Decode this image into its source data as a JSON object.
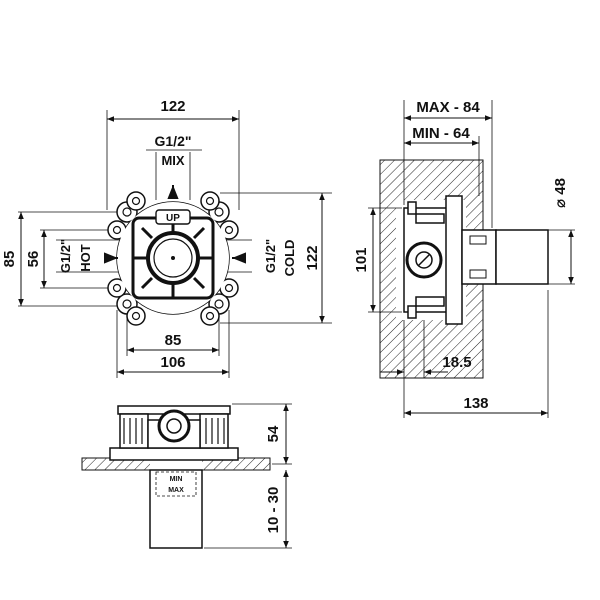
{
  "front_view": {
    "width_top": "122",
    "port_top": "G1/2\"",
    "label_top": "MIX",
    "up_badge": "UP",
    "height_outer": "85",
    "height_inner": "56",
    "port_left": "G1/2\"",
    "label_left": "HOT",
    "port_right": "G1/2\"",
    "label_right": "COLD",
    "height_right": "122",
    "width_inner": "85",
    "width_outer": "106"
  },
  "side_view": {
    "max_depth": "MAX - 84",
    "min_depth": "MIN - 64",
    "diameter": "⌀ 48",
    "height": "101",
    "wall_offset": "18.5",
    "total_depth": "138"
  },
  "bottom_view": {
    "height_body": "54",
    "range": "10 - 30",
    "mark_min": "MIN",
    "mark_max": "MAX"
  }
}
